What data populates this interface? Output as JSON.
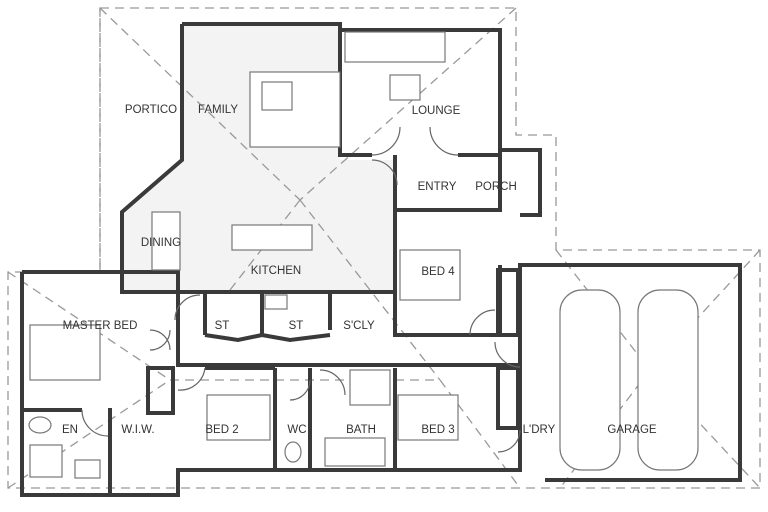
{
  "rooms": {
    "portico": "PORTICO",
    "family": "FAMILY",
    "lounge": "LOUNGE",
    "entry": "ENTRY",
    "porch": "PORCH",
    "dining": "DINING",
    "kitchen": "KITCHEN",
    "bed4": "BED 4",
    "master_bed": "MASTER BED",
    "store1": "ST",
    "store2": "ST",
    "scullery": "S'CLY",
    "ensuite": "EN",
    "walk_in_wardrobe": "W.I.W.",
    "bed2": "BED 2",
    "wc": "WC",
    "bath": "BATH",
    "bed3": "BED 3",
    "laundry": "L'DRY",
    "garage": "GARAGE"
  },
  "colors": {
    "wall": "#3a3a3a",
    "roofline": "#999999",
    "background": "#ffffff"
  }
}
